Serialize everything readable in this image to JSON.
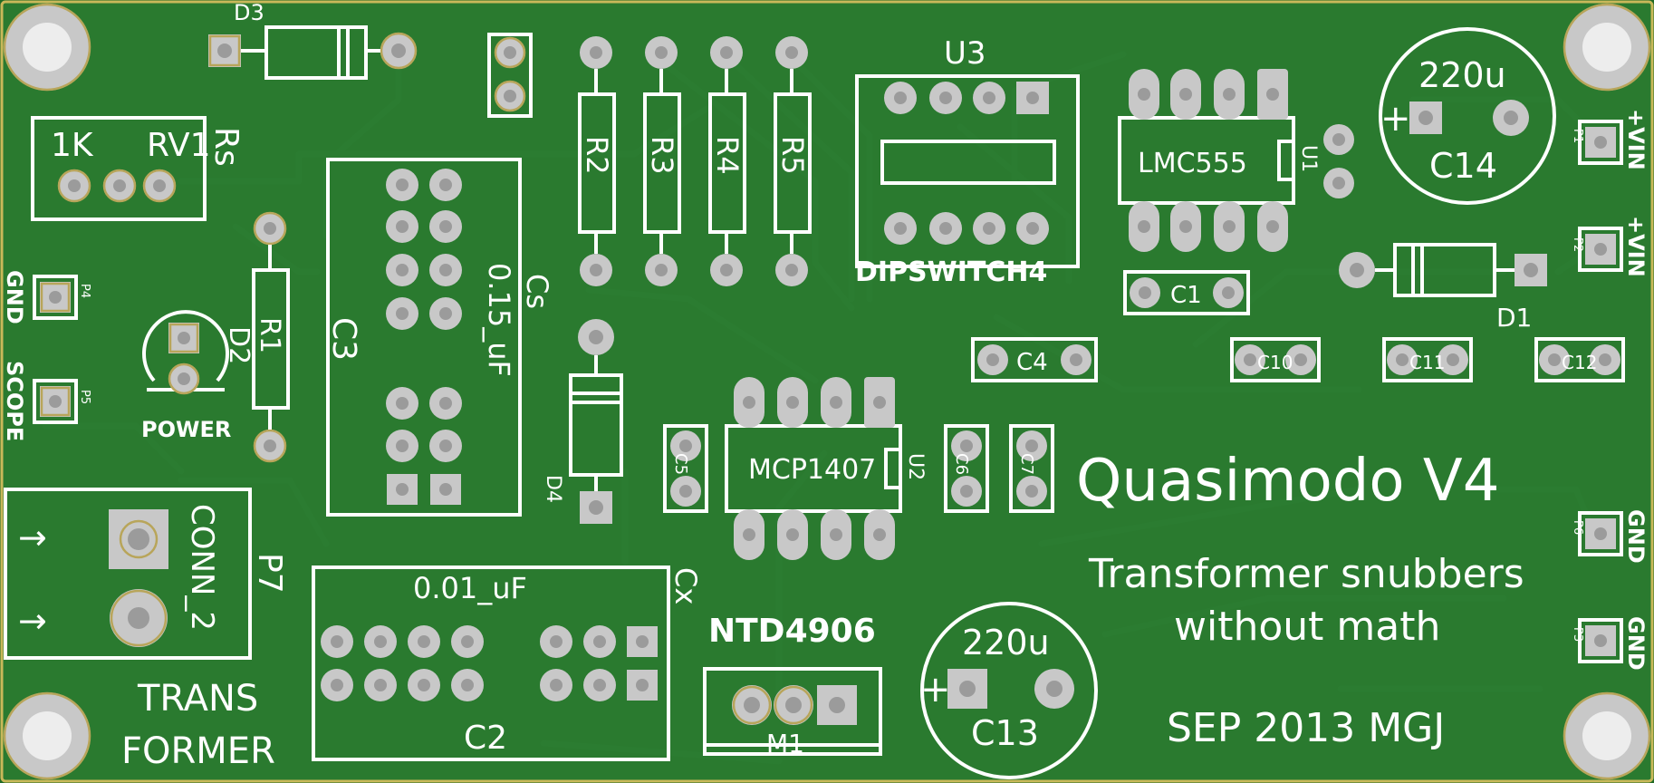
{
  "board": {
    "title": "Quasimodo V4",
    "subtitle_line1": "Transformer snubbers",
    "subtitle_line2": "without math",
    "date_author": "SEP 2013 MGJ",
    "colors": {
      "board": "#2a7a2f",
      "copper": "#2f8535",
      "silk": "#ffffff",
      "pad": "#c8c8c8",
      "pad_ring": "#b8a55a",
      "edge": "#c9b85a"
    }
  },
  "labels": {
    "d3": "D3",
    "one_k": "1K",
    "rv1": "RV1",
    "rs": "Rs",
    "gnd_left": "GND",
    "p4": "P4",
    "scope": "SCOPE",
    "p5": "P5",
    "r1": "R1",
    "d2": "D2",
    "power": "POWER",
    "c3": "C3",
    "cap_015": "0.15_uF",
    "cs": "Cs",
    "r2": "R2",
    "r3": "R3",
    "r4": "R4",
    "r5": "R5",
    "d4": "D4",
    "u3": "U3",
    "dipswitch": "DIPSWITCH4",
    "lmc555": "LMC555",
    "u1": "U1",
    "c1": "C1",
    "c4": "C4",
    "c10": "C10",
    "c11": "C11",
    "c12": "C12",
    "cap_220_top": "220u",
    "c14": "C14",
    "vin1": "+VIN",
    "p1": "P1",
    "vin2": "+VIN",
    "p2": "P2",
    "d1": "D1",
    "gnd_r1": "GND",
    "p6": "P6",
    "gnd_r2": "GND",
    "p3": "P3",
    "mcp1407": "MCP1407",
    "u2": "U2",
    "c5": "C5",
    "c6": "C6",
    "c7": "C7",
    "p7": "P7",
    "conn2": "CONN_2",
    "trans": "TRANS",
    "former": "FORMER",
    "cap_001": "0.01_uF",
    "cx": "Cx",
    "c2": "C2",
    "ntd": "NTD4906",
    "m1": "M1",
    "cap_220_bot": "220u",
    "c13": "C13",
    "plus": "+",
    "arrow": "→"
  }
}
